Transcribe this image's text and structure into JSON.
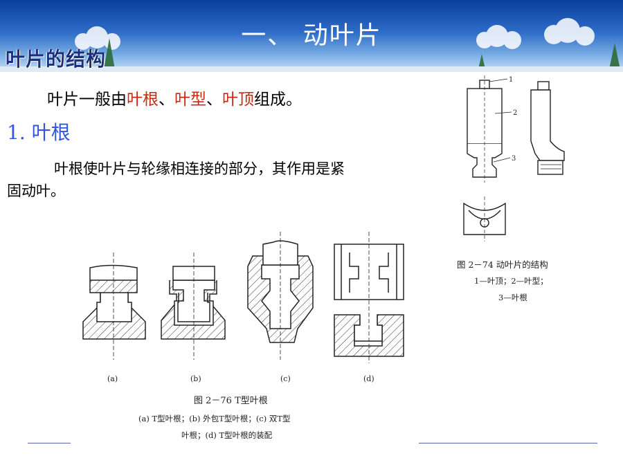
{
  "header": {
    "title": "一、 动叶片",
    "section": "叶片的结构"
  },
  "intro": {
    "prefix": "叶片一般由",
    "part1": "叶根",
    "sep1": "、",
    "part2": "叶型",
    "sep2": "、",
    "part3": "叶顶",
    "suffix": "组成。"
  },
  "heading": "1.  叶根",
  "paragraph": {
    "line1": "叶根使叶片与轮缘相连接的部分，其作用是紧",
    "line2": "固动叶。"
  },
  "figure76": {
    "labels": [
      "(a)",
      "(b)",
      "(c)",
      "(d)"
    ],
    "title": "图 2－76  T型叶根",
    "caption1": "(a) T型叶根；(b) 外包T型叶根；(c) 双T型",
    "caption2": "叶根；(d) T型叶根的装配"
  },
  "figure74": {
    "callouts": [
      "1",
      "2",
      "3"
    ],
    "title": "图 2－74  动叶片的结构",
    "caption1": "1—叶顶；2—叶型；",
    "caption2": "3—叶根"
  },
  "colors": {
    "accent_red": "#c8280e",
    "heading_blue": "#3355dd",
    "section_navy": "#1c2f7a"
  }
}
